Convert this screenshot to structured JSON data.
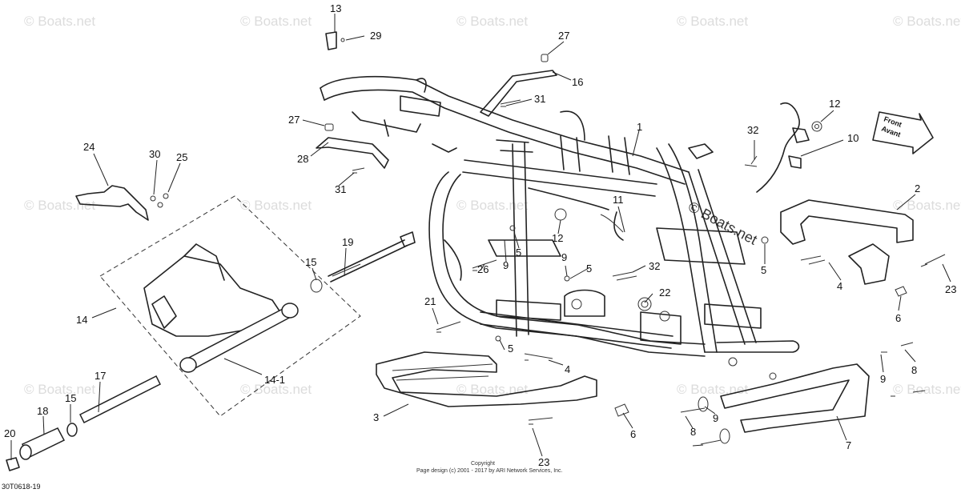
{
  "watermark": {
    "text": "© Boats.net",
    "stamp": "© Boats.net"
  },
  "badge": {
    "line1": "Front",
    "line2": "Avant"
  },
  "footer": {
    "copyright": "Copyright",
    "design": "Page design (c) 2001 - 2017 by ARI Network Services, Inc."
  },
  "figure_code": "30T0618-19",
  "callouts": [
    {
      "label": "13"
    },
    {
      "label": "29"
    },
    {
      "label": "27"
    },
    {
      "label": "16"
    },
    {
      "label": "31"
    },
    {
      "label": "27"
    },
    {
      "label": "28"
    },
    {
      "label": "31"
    },
    {
      "label": "24"
    },
    {
      "label": "30"
    },
    {
      "label": "25"
    },
    {
      "label": "1"
    },
    {
      "label": "12"
    },
    {
      "label": "32"
    },
    {
      "label": "10"
    },
    {
      "label": "2"
    },
    {
      "label": "11"
    },
    {
      "label": "12"
    },
    {
      "label": "19"
    },
    {
      "label": "15"
    },
    {
      "label": "26"
    },
    {
      "label": "9"
    },
    {
      "label": "5"
    },
    {
      "label": "9"
    },
    {
      "label": "5"
    },
    {
      "label": "32"
    },
    {
      "label": "5"
    },
    {
      "label": "4"
    },
    {
      "label": "23"
    },
    {
      "label": "14"
    },
    {
      "label": "21"
    },
    {
      "label": "22"
    },
    {
      "label": "6"
    },
    {
      "label": "14-1"
    },
    {
      "label": "5"
    },
    {
      "label": "4"
    },
    {
      "label": "9"
    },
    {
      "label": "8"
    },
    {
      "label": "17"
    },
    {
      "label": "15"
    },
    {
      "label": "18"
    },
    {
      "label": "3"
    },
    {
      "label": "6"
    },
    {
      "label": "9"
    },
    {
      "label": "8"
    },
    {
      "label": "7"
    },
    {
      "label": "20"
    },
    {
      "label": "23"
    }
  ]
}
